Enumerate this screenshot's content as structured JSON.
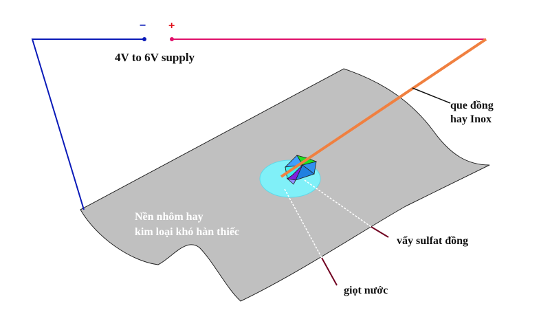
{
  "supply": {
    "minus": "−",
    "plus": "+",
    "label": "4V to 6V supply"
  },
  "rod_label": {
    "line1": "que đồng",
    "line2": "hay Inox"
  },
  "base_label": {
    "line1": "Nền nhôm hay",
    "line2": "kim loại khó hàn thiếc"
  },
  "crystal_label": "vẩy sulfat đồng",
  "drop_label": "giọt nước",
  "colors": {
    "negative_wire": "#0a1ab8",
    "positive_wire": "#e0106a",
    "rod": "#f08040",
    "sheet": "#c0c0c0",
    "drop": "#80f0f8"
  }
}
